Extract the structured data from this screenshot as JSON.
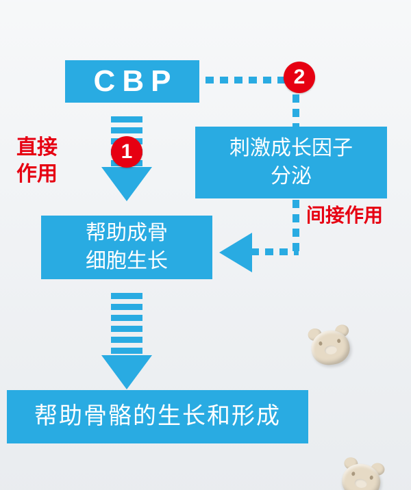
{
  "colors": {
    "box_blue": "#29abe2",
    "accent_red": "#e60012",
    "background": "#eef1f4",
    "tablet_beige": "#e6dac5"
  },
  "flowchart": {
    "cbp": "CBP",
    "step1_badge": "1",
    "step2_badge": "2",
    "direct_label_line1": "直接",
    "direct_label_line2": "作用",
    "indirect_label": "间接作用",
    "stimulate_line1": "刺激成长因子",
    "stimulate_line2": "分泌",
    "osteoblast_line1": "帮助成骨",
    "osteoblast_line2": "细胞生长",
    "outcome": "帮助骨骼的生长和形成"
  }
}
